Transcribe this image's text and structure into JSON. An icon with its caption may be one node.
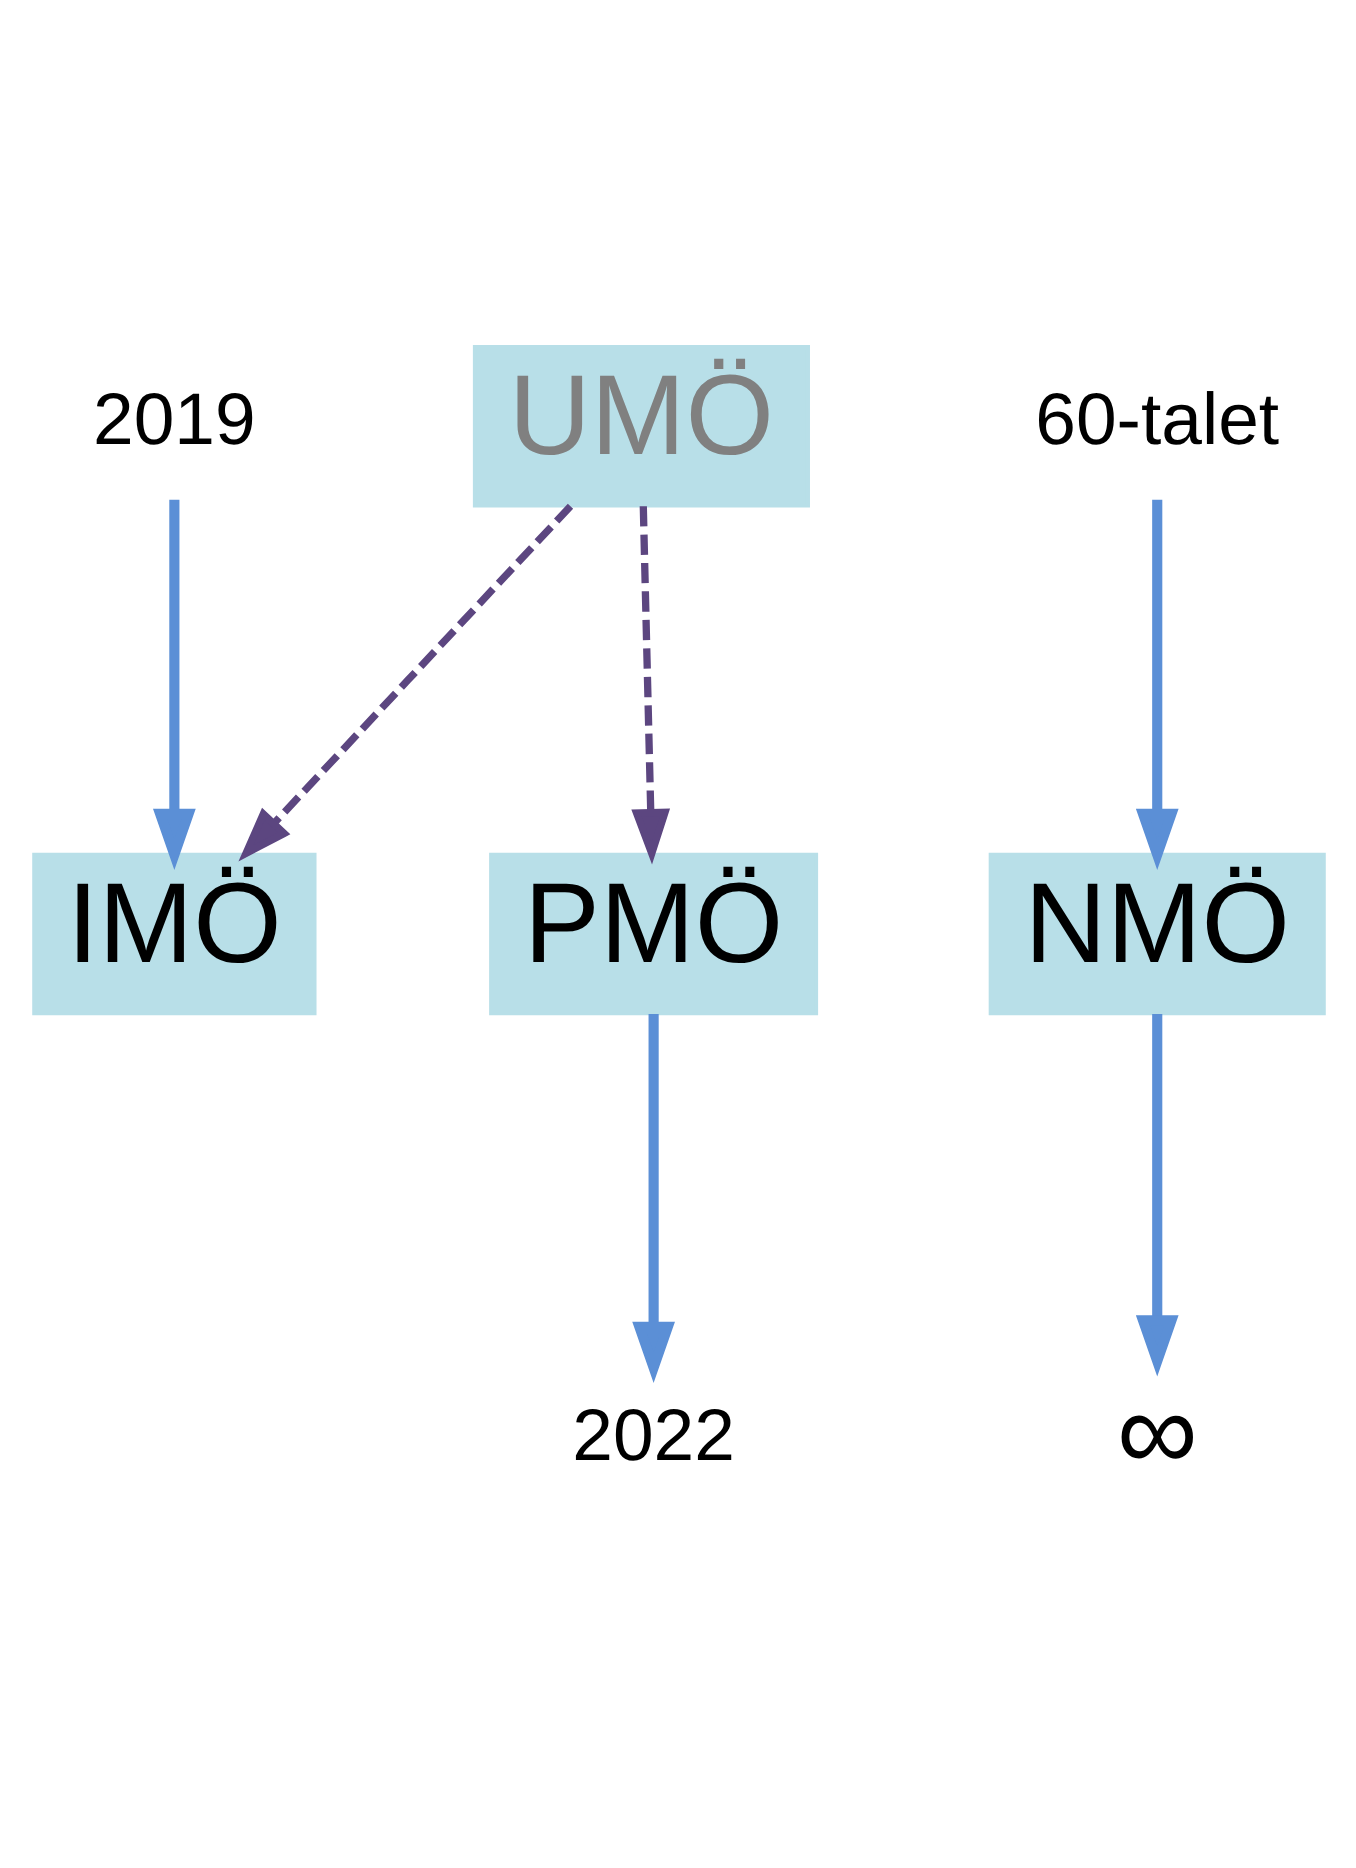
{
  "diagram": {
    "nodes": [
      {
        "text": [
          "UMÖ"
        ]
      },
      {
        "text": [
          "2019"
        ]
      },
      {
        "text": [
          "60-talet"
        ]
      },
      {
        "text": [
          "IMÖ"
        ]
      },
      {
        "text": [
          "PMÖ"
        ]
      },
      {
        "text": [
          "NMÖ"
        ]
      },
      {
        "text": [
          "2022"
        ]
      },
      {
        "text": [
          "∞"
        ]
      }
    ],
    "edges": [
      {
        "from": 1,
        "to": 3,
        "arrow": "to"
      },
      {
        "from": 0,
        "to": 3,
        "arrow": "to",
        "style": "dashed",
        "color": "#5c4680"
      },
      {
        "from": 0,
        "to": 4,
        "arrow": "to",
        "style": "dashed",
        "color": "#5c4680"
      },
      {
        "from": 2,
        "to": 5,
        "arrow": "to"
      },
      {
        "from": 4,
        "to": 6,
        "arrow": "to"
      },
      {
        "from": 5,
        "to": 7,
        "arrow": "to"
      }
    ]
  }
}
